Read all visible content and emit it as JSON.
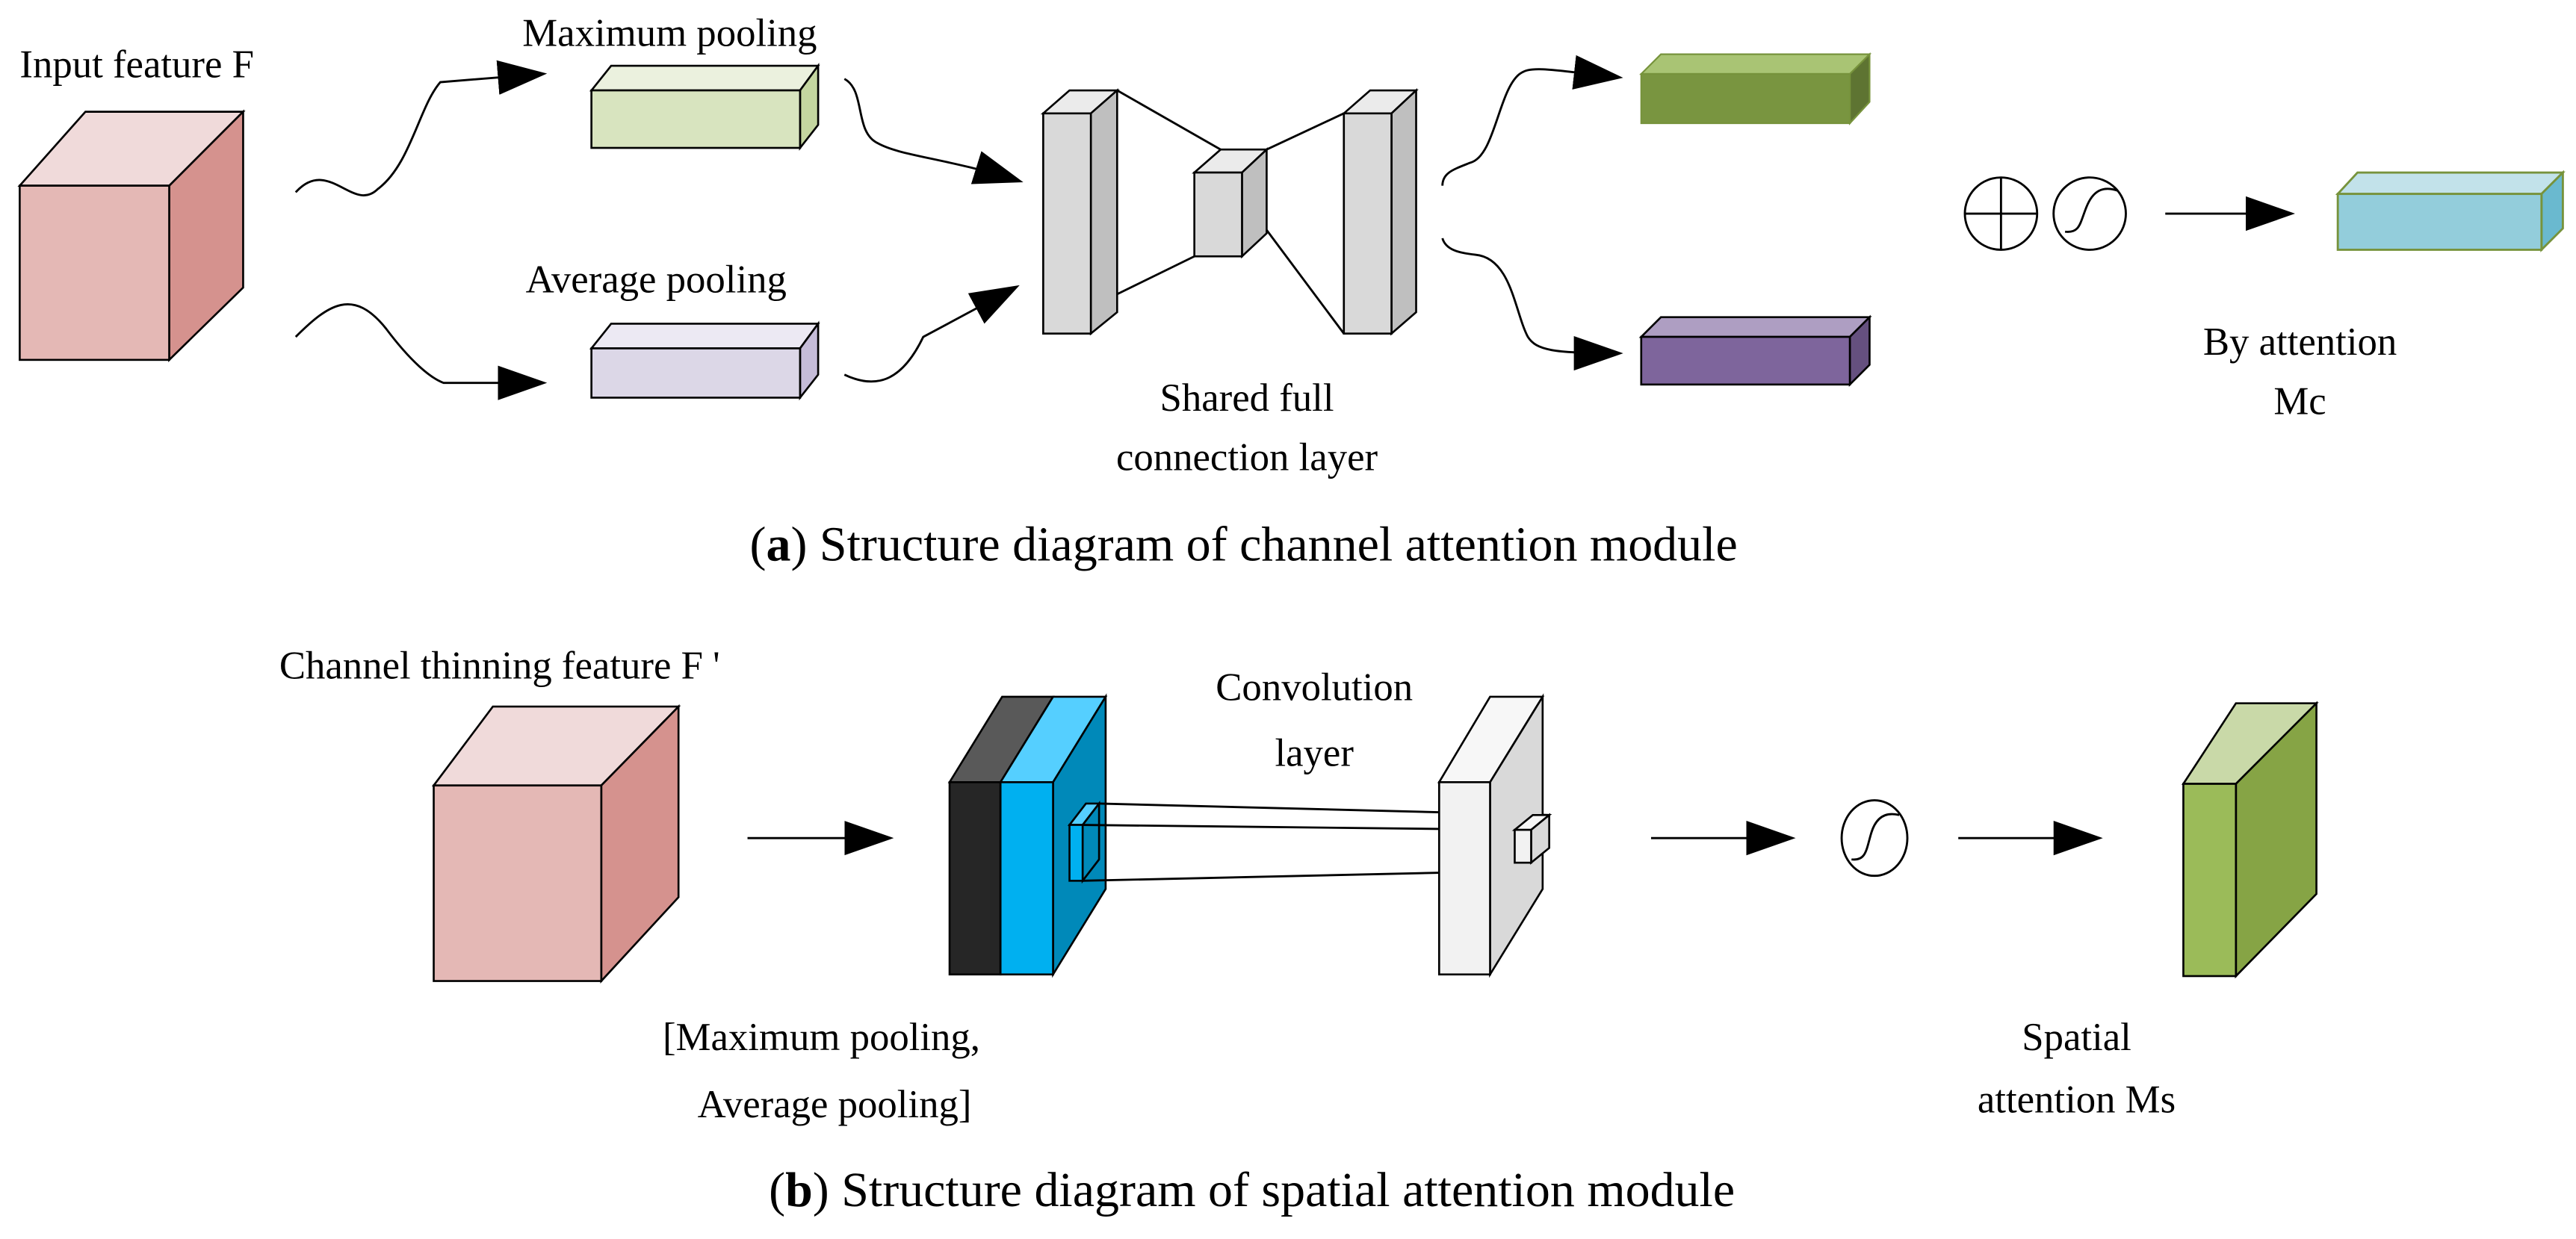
{
  "figure": {
    "panel_a": {
      "caption_letter": "a",
      "caption_text": "Structure diagram of channel attention module",
      "labels": {
        "input": "Input feature F",
        "max_pool": "Maximum pooling",
        "avg_pool": "Average pooling",
        "shared_fc_line1": "Shared full",
        "shared_fc_line2": "connection layer",
        "output_line1": "By attention",
        "output_line2": "Mc"
      },
      "operators": [
        "add-circle-icon",
        "sigmoid-icon"
      ],
      "colors": {
        "input_front": "#e4b8b5",
        "input_side": "#d5928e",
        "input_top": "#f0dada",
        "max_pool_front": "#d8e4bf",
        "max_pool_side": "#c4d6a0",
        "max_pool_top": "#ebf1de",
        "avg_pool_front": "#dcd7e7",
        "avg_pool_side": "#c5bcd8",
        "avg_pool_top": "#ece9f3",
        "fc_front": "#d9d9d9",
        "fc_side": "#bfbfbf",
        "fc_top": "#ebebeb",
        "green_out_front": "#799540",
        "green_out_side": "#5e7432",
        "green_out_top": "#a9c474",
        "purple_out_front": "#7e659c",
        "purple_out_side": "#65507f",
        "purple_out_top": "#ae9ec2",
        "mc_front": "#93cddb",
        "mc_side": "#6ab9cf",
        "mc_top": "#c2e2ea",
        "mc_edge": "#77933c"
      }
    },
    "panel_b": {
      "caption_letter": "b",
      "caption_text": "Structure diagram of spatial attention module",
      "labels": {
        "input": "Channel thinning feature F '",
        "pool_line1": "[Maximum pooling,",
        "pool_line2": "Average pooling]",
        "conv_line1": "Convolution",
        "conv_line2": "layer",
        "output_line1": "Spatial",
        "output_line2": "attention Ms"
      },
      "operators": [
        "sigmoid-icon"
      ],
      "colors": {
        "input_front": "#e4b8b5",
        "input_side": "#d5928e",
        "input_top": "#f0dada",
        "pool_dark_front": "#262626",
        "pool_dark_top": "#595959",
        "pool_blue_front": "#00b0f0",
        "pool_blue_top": "#55cfff",
        "pool_side": "#0089b9",
        "conv_front": "#f2f2f2",
        "conv_side": "#d9d9d9",
        "conv_top": "#f7f7f7",
        "ms_front": "#9bbb59",
        "ms_side": "#86a445",
        "ms_top": "#c9d9a8"
      }
    }
  }
}
